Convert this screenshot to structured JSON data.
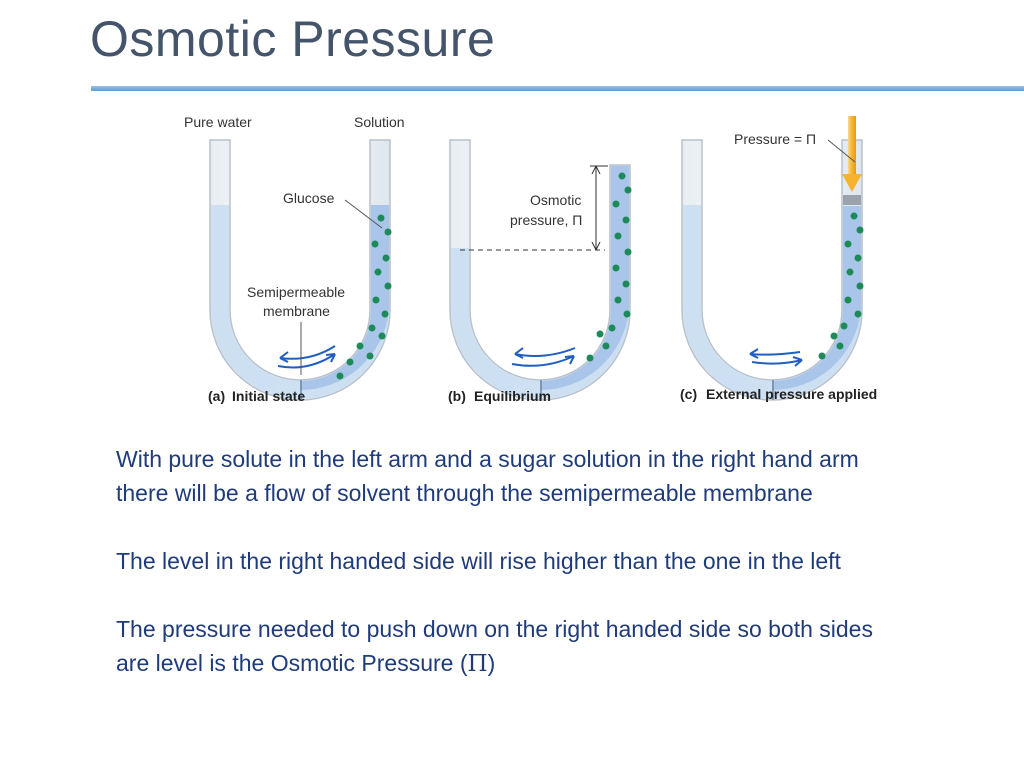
{
  "slide": {
    "title": "Osmotic Pressure"
  },
  "figure": {
    "labels": {
      "pure_water": "Pure water",
      "solution": "Solution",
      "glucose": "Glucose",
      "membrane_line1": "Semipermeable",
      "membrane_line2": "membrane",
      "osmotic_line1": "Osmotic",
      "osmotic_line2": "pressure, Π",
      "pressure": "Pressure = Π"
    },
    "captions": {
      "a_letter": "(a)",
      "a_text": "Initial state",
      "b_letter": "(b)",
      "b_text": "Equilibrium",
      "c_letter": "(c)",
      "c_text": "External pressure applied"
    }
  },
  "body": {
    "para1_line1": "With pure solute in the left arm and a sugar solution in the right hand arm",
    "para1_line2": "there will be a flow of solvent through the semipermeable membrane",
    "para2": "The level in the right handed side will rise higher than the one in the left",
    "para3_line1": "The pressure needed to push down on the right handed side so both sides",
    "para3_line2_prefix": "are level is the Osmotic Pressure (",
    "pi": "Π",
    "para3_line2_suffix": ")"
  },
  "colors": {
    "title": "#44546a",
    "rule": "#5b9bd5",
    "body_text": "#1f3b7a",
    "water": "#bcd6f0",
    "solution": "#a9c6ea",
    "glucose": "#1e8a5a",
    "arrow": "#1f5fbf",
    "piston": "#f5b32e"
  }
}
